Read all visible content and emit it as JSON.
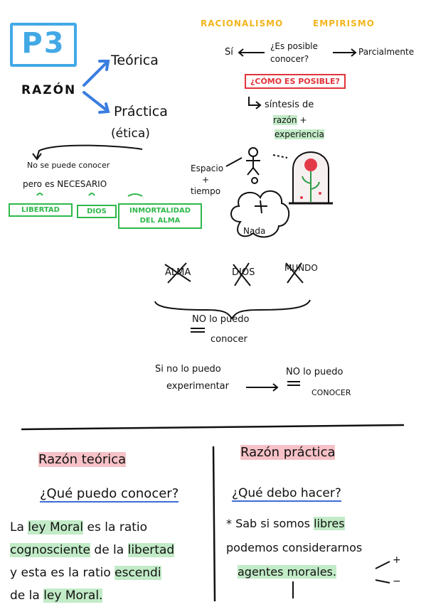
{
  "logo": "P3",
  "razon": "RAZÓN",
  "teorica": "Teórica",
  "practica": "Práctica",
  "etica": "(ética)",
  "no_se_puede": "No se puede conocer",
  "pero_es": "pero es NECESARIO",
  "libertad": "LIBERTAD",
  "dios": "DIOS",
  "inmortalidad": "INMORTALIDAD DEL ALMA",
  "racionalismo": "RACIONALISMO",
  "empirismo": "EMPIRISMO",
  "es_posible": "¿Es posible conocer?",
  "si": "Sí",
  "parcialmente": "Parcialmente",
  "como_es_posible": "¿CÓMO ES POSIBLE?",
  "sintesis": "síntesis de",
  "razon_small": "razón",
  "plus": "+",
  "experiencia": "experiencia",
  "espacio": "Espacio",
  "tiempo": "tiempo",
  "nada": "Nada",
  "alma": "ALMA",
  "dios_cross": "DIOS",
  "mundo": "MUNDO",
  "no_lo_puedo": "NO lo puedo",
  "conocer": "conocer",
  "si_no_lo_puedo": "Si no lo puedo",
  "experimentar": "experimentar",
  "no_lo_puedo2": "NO lo puedo",
  "conocer2": "CONOCER",
  "left_title": "Razón teórica",
  "right_title": "Razón práctica",
  "left_question": "¿Qué puedo conocer?",
  "right_question": "¿Qué debo hacer?",
  "left_body": {
    "l1a": "La ",
    "l1b": "ley Moral",
    "l1c": " es la ratio",
    "l2a": "cognosciente",
    "l2b": " de la ",
    "l2c": "libertad",
    "l3a": "y esta es la ratio ",
    "l3b": "escendi",
    "l4a": "de la ",
    "l4b": "ley Moral."
  },
  "right_body": {
    "l1a": "* Sab si somos ",
    "l1b": "libres",
    "l2": "podemos considerarnos",
    "l3": "agentes morales.",
    "plus": "+",
    "minus": "−",
    "down": "↓"
  }
}
